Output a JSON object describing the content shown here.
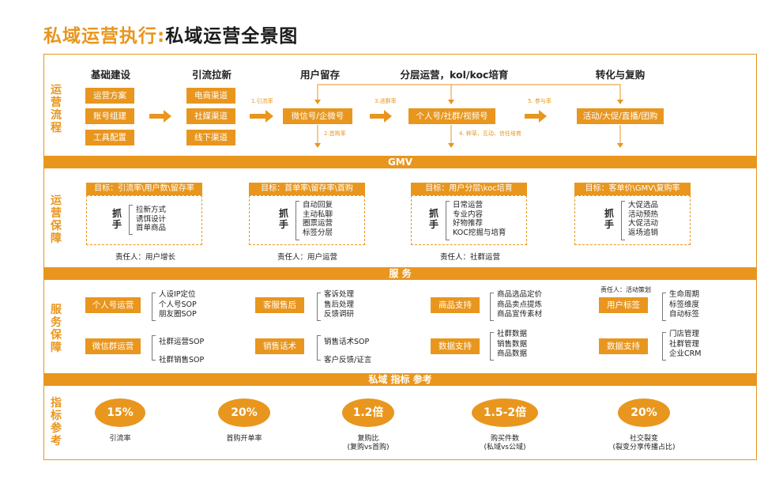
{
  "title": {
    "part1": "私域运营执行:",
    "part2": "私域运营全景图"
  },
  "sections": {
    "s1": [
      "运",
      "营",
      "流",
      "程"
    ],
    "s2": [
      "运",
      "营",
      "保",
      "障"
    ],
    "s3": [
      "服",
      "务",
      "保",
      "障"
    ],
    "s4": [
      "指",
      "标",
      "参",
      "考"
    ]
  },
  "bars": {
    "gmv": "GMV",
    "service": "服  务",
    "metrics": "私域 指标 参考"
  },
  "flow": {
    "h1": "基础建设",
    "h2": "引流拉新",
    "h3": "用户留存",
    "h4": "分层运营，kol/koc培育",
    "h5": "转化与复购",
    "c1": [
      "运营方案",
      "账号组建",
      "工具配置"
    ],
    "c2": [
      "电商渠道",
      "社媒渠道",
      "线下渠道"
    ],
    "c3": "微信号/企微号",
    "c4": "个人号/社群/视频号",
    "c5": "活动/大促/直播/团购",
    "l1": "1.引流率",
    "l2": "2.首购率",
    "l3": "3.进群率",
    "l4": "4. 种草、互动、信任培育",
    "l5": "5. 参与率"
  },
  "guarantee": [
    {
      "goal": "目标：引流率\\用户数\\留存率",
      "grab": "抓手",
      "items": [
        "拉新方式",
        "诱饵设计",
        "首单商品"
      ],
      "owner": "责任人：用户增长"
    },
    {
      "goal": "目标：首单率\\留存率\\首购",
      "grab": "抓手",
      "items": [
        "自动回复",
        "主动私聊",
        "圈票运营",
        "标签分层"
      ],
      "owner": "责任人：用户运营"
    },
    {
      "goal": "目标：用户分层\\koc培育",
      "grab": "抓手",
      "items": [
        "日常运营",
        "专业内容",
        "好物推荐",
        "KOC挖掘与培育"
      ],
      "owner": "责任人：社群运营"
    },
    {
      "goal": "目标：客单价\\GMV\\复购率",
      "grab": "抓手",
      "items": [
        "大促选品",
        "活动预热",
        "大促活动",
        "返场追销"
      ],
      "owner": ""
    }
  ],
  "service": [
    {
      "label": "个人号运营",
      "items": [
        "人设IP定位",
        "个人号SOP",
        "朋友圈SOP"
      ]
    },
    {
      "label": "微信群运营",
      "items": [
        "社群运营SOP",
        "社群销售SOP"
      ]
    },
    {
      "label": "客服售后",
      "items": [
        "客诉处理",
        "售后处理",
        "反馈调研"
      ]
    },
    {
      "label": "销售话术",
      "items": [
        "销售话术SOP",
        "客户反馈/证言"
      ]
    },
    {
      "label": "商品支持",
      "items": [
        "商品选品定价",
        "商品卖点提炼",
        "商品宣传素材"
      ]
    },
    {
      "label": "数据支持",
      "items": [
        "社群数据",
        "销售数据",
        "商品数据"
      ]
    },
    {
      "label": "用户标签",
      "items": [
        "生命周期",
        "标签维度",
        "自动标签"
      ],
      "owner": "责任人：活动策划"
    },
    {
      "label": "数据支持",
      "items": [
        "门店管理",
        "社群管理",
        "企业CRM"
      ]
    }
  ],
  "metrics": [
    {
      "value": "15%",
      "label": "引流率",
      "sub": ""
    },
    {
      "value": "20%",
      "label": "首购开单率",
      "sub": ""
    },
    {
      "value": "1.2倍",
      "label": "复购比",
      "sub": "(复购vs首购)"
    },
    {
      "value": "1.5-2倍",
      "label": "购买件数",
      "sub": "(私域vs公域)"
    },
    {
      "value": "20%",
      "label": "社交裂变",
      "sub": "(裂变分享传播占比)"
    }
  ]
}
